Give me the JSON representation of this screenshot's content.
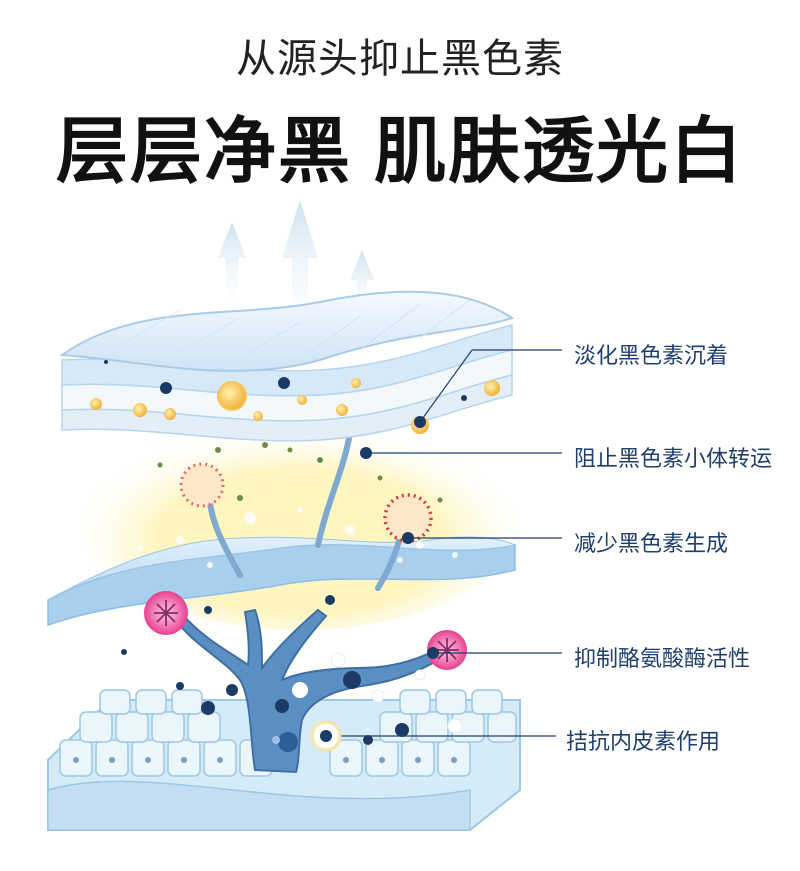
{
  "header": {
    "subtitle": "从源头抑止黑色素",
    "title_part1": "层层净黑",
    "title_part2": "肌肤透光白"
  },
  "callouts": [
    {
      "label": "淡化黑色素沉着"
    },
    {
      "label": "阻止黑色素小体转运"
    },
    {
      "label": "减少黑色素生成"
    },
    {
      "label": "抑制酪氨酸酶活性"
    },
    {
      "label": "拮抗内皮素作用"
    }
  ],
  "colors": {
    "callout_text": "#1f3f6e",
    "leader_line": "#1f3f6e",
    "skin_layer": "#cfe6f7",
    "melanocyte": "#5b8fc4",
    "melanin_dot": "#1b3a66",
    "glow": "#fff4b0",
    "enzyme": "#e8408f"
  }
}
